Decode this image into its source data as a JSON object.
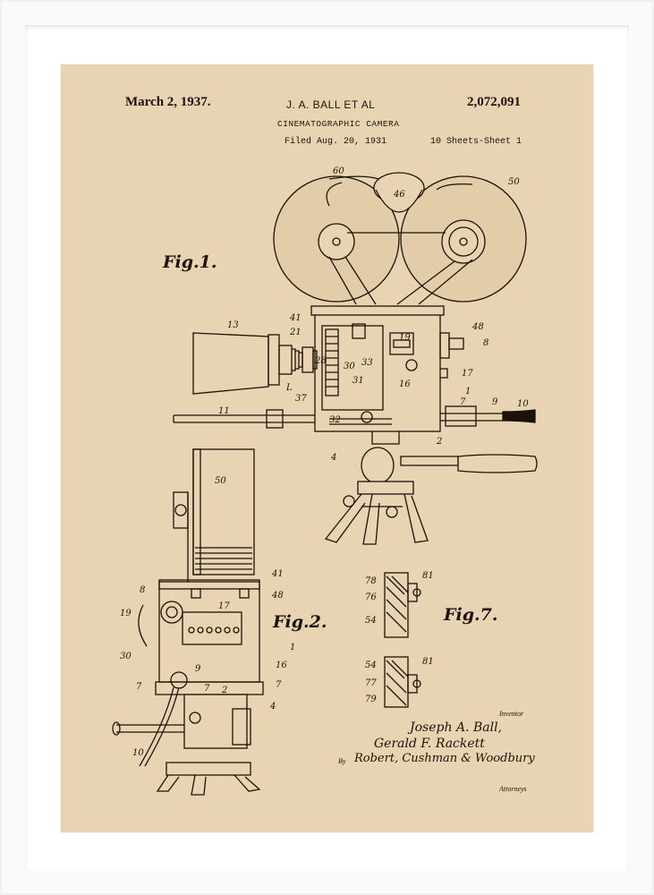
{
  "patent": {
    "date": "March 2, 1937.",
    "inventor_header": "J. A. BALL ET AL",
    "number": "2,072,091",
    "title": "CINEMATOGRAPHIC CAMERA",
    "filed": "Filed Aug. 20, 1931",
    "sheets": "10 Sheets-Sheet 1"
  },
  "figures": {
    "fig1": "Fig.1.",
    "fig2": "Fig.2.",
    "fig7": "Fig.7."
  },
  "labels": {
    "l60": "60",
    "l46": "46",
    "l50": "50",
    "l13": "13",
    "l41": "41",
    "l21": "21",
    "l48": "48",
    "l8": "8",
    "l19": "19",
    "l28": "28",
    "l30": "30",
    "l33": "33",
    "l31": "31",
    "l16": "16",
    "l17": "17",
    "l1": "1",
    "l7": "7",
    "l9": "9",
    "l10": "10",
    "l37": "37",
    "l11": "11",
    "l32": "32",
    "l2": "2",
    "l4": "4",
    "lL": "L",
    "f2_50": "50",
    "f2_41": "41",
    "f2_48": "48",
    "f2_8": "8",
    "f2_19": "19",
    "f2_17": "17",
    "f2_30": "30",
    "f2_1": "1",
    "f2_16": "16",
    "f2_9": "9",
    "f2_7a": "7",
    "f2_7b": "7",
    "f2_2": "2",
    "f2_7c": "7",
    "f2_4": "4",
    "f2_10": "10",
    "f7_78": "78",
    "f7_81": "81",
    "f7_76": "76",
    "f7_54": "54",
    "f7_54b": "54",
    "f7_81b": "81",
    "f7_77": "77",
    "f7_79": "79"
  },
  "signature": {
    "inventor_label": "Inventor",
    "inventor1": "Joseph A. Ball,",
    "inventor2": "Gerald F. Rackett",
    "by": "By",
    "attorney_signature": "Robert, Cushman & Woodbury",
    "attorneys_label": "Attorneys"
  },
  "colors": {
    "paper": "#e8d4b3",
    "ink": "#1b1208",
    "mat": "#ffffff"
  }
}
